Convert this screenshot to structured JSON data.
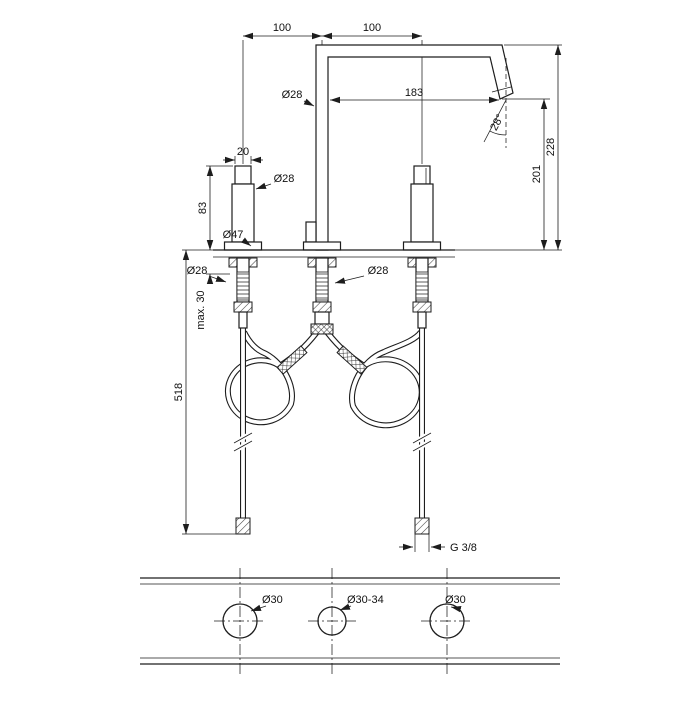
{
  "front_view": {
    "dim_spacing_left": "100",
    "dim_spacing_right": "100",
    "dim_spout_diameter": "Ø28",
    "dim_spout_reach": "183",
    "dim_spout_angle": "28°",
    "dim_total_height": "228",
    "dim_outlet_height": "201",
    "dim_handle_top": "20",
    "dim_handle_diameter": "Ø28",
    "dim_handle_height": "83",
    "dim_escutcheon_diameter": "Ø47",
    "dim_left_shank_diameter": "Ø28",
    "dim_center_shank_diameter": "Ø28",
    "dim_max_counter_thickness": "max. 30",
    "dim_hose_length": "518",
    "dim_supply_thread": "G 3/8"
  },
  "plan_view": {
    "dim_hole_left": "Ø30",
    "dim_hole_center": "Ø30-34",
    "dim_hole_right": "Ø30"
  }
}
